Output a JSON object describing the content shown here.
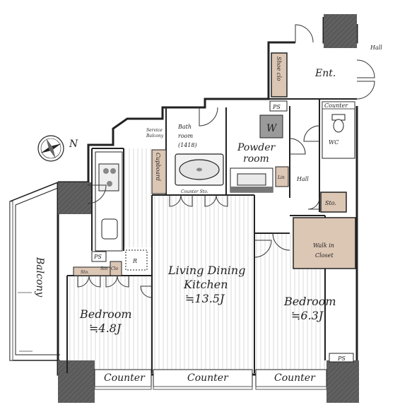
{
  "colors": {
    "wall": "#222222",
    "wall_fill": "#5a5a5a",
    "floor_lines": "#d8d8d8",
    "closet_fill": "#dcc6b4",
    "glass": "#cfcfcf"
  },
  "compass": {
    "label": "N",
    "icon": "compass-rose-icon"
  },
  "rooms": {
    "hall_top": "Hall",
    "entrance": "Ent.",
    "shoe_closet": "Shoe clo",
    "ps_top": "PS",
    "counter_wc": "Counter",
    "wc": "WC",
    "washer": "W",
    "bath_line1": "Bath",
    "bath_line2": "room",
    "bath_line3": "(1418)",
    "powder_line1": "Powder",
    "powder_line2": "room",
    "service_balcony_line1": "Service",
    "service_balcony_line2": "Balcony",
    "cupboard": "Cupboard",
    "counter_sto": "Counter  Sto.",
    "linen": "Lin",
    "hall_mid": "Hall",
    "storage_right": "Sto.",
    "walk_in_line1": "Walk in",
    "walk_in_line2": "Closet",
    "balcony": "Balcony",
    "ps_kitchen": "PS",
    "refrigerator": "R",
    "sto_small": "Sto.",
    "sto_small2": "Sto",
    "clo_small": "Clo",
    "ldk_line1": "Living Dining",
    "ldk_line2": "Kitchen",
    "ldk_size": "≒13.5J",
    "bedroom_left": "Bedroom",
    "bedroom_left_size": "≒4.8J",
    "bedroom_right": "Bedroom",
    "bedroom_right_size": "≒6.3J",
    "ps_bottom": "PS",
    "counter_1": "Counter",
    "counter_2": "Counter",
    "counter_3": "Counter"
  }
}
